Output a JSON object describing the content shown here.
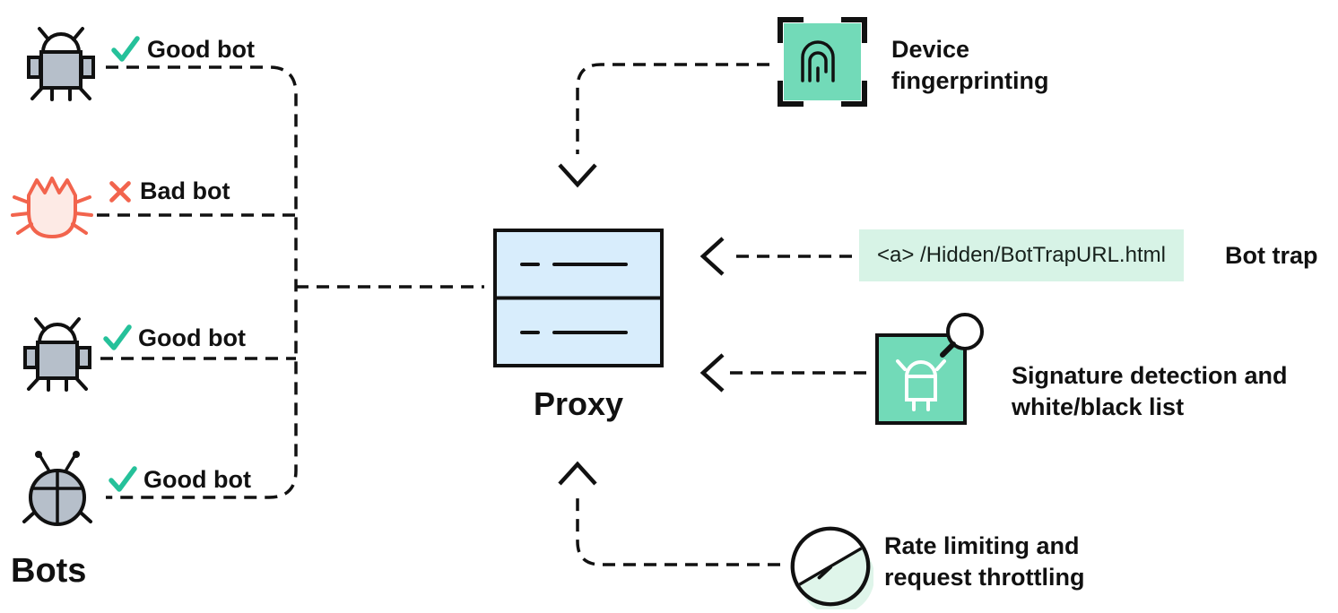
{
  "page": {
    "bots": {
      "title": "Bots",
      "items": [
        {
          "kind": "good-robot",
          "mark": "check",
          "label": "Good bot"
        },
        {
          "kind": "bad-bug",
          "mark": "x",
          "label": "Bad bot"
        },
        {
          "kind": "good-robot",
          "mark": "check",
          "label": "Good bot"
        },
        {
          "kind": "good-beetle",
          "mark": "check",
          "label": "Good bot"
        }
      ]
    },
    "proxy": {
      "label": "Proxy"
    },
    "features": {
      "fingerprint": {
        "icon": "fingerprint-icon",
        "label": "Device fingerprinting"
      },
      "bot_trap": {
        "icon": "link-code-snippet",
        "code": "<a> /Hidden/BotTrapURL.html",
        "label": "Bot trap"
      },
      "signature": {
        "icon": "bot-magnifier-icon",
        "label": "Signature detection and white/black list"
      },
      "rate_limit": {
        "icon": "gauge-icon",
        "label": "Rate limiting and request throttling"
      }
    },
    "colors": {
      "teal_icon": "#72dab8",
      "check_green": "#25c19a",
      "bad_red": "#f2644d",
      "proxy_fill": "#d8edfc",
      "code_background": "#d7f3e6",
      "bot_gray": "#b6bfca",
      "line": "#111111"
    }
  }
}
